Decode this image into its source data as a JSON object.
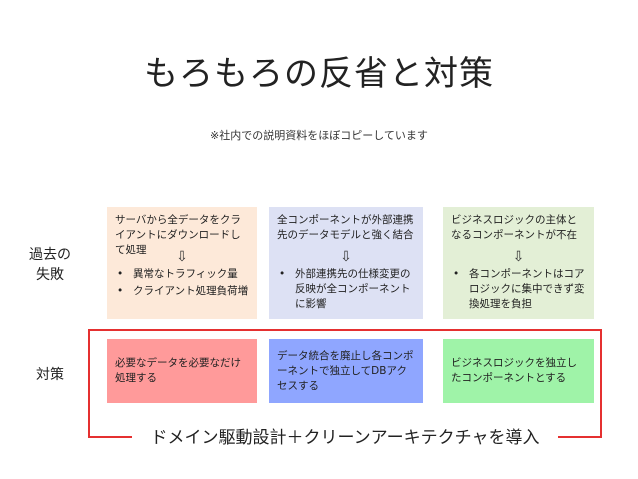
{
  "title": "もろもろの反省と対策",
  "note": "※社内での説明資料をほぼコピーしています",
  "row_labels": {
    "past": "過去の\n失敗",
    "measure": "対策"
  },
  "past_failures": [
    {
      "head": "サーバから全データをクライアントにダウンロードして処理",
      "items": [
        "異常なトラフィック量",
        "クライアント処理負荷増"
      ]
    },
    {
      "head": "全コンポーネントが外部連携先のデータモデルと強く結合",
      "items": [
        "外部連携先の仕様変更の反映が全コンポーネントに影響"
      ]
    },
    {
      "head": "ビジネスロジックの主体となるコンポーネントが不在",
      "items": [
        "各コンポーネントはコアロジックに集中できず変換処理を負担"
      ]
    }
  ],
  "arrow_glyph": "⇩",
  "measures": [
    "必要なデータを必要なだけ処理する",
    "データ統合を廃止し各コンポーネントで独立してDBアクセスする",
    "ビジネスロジックを独立したコンポーネントとする"
  ],
  "conclusion": "ドメイン駆動設計＋クリーンアーキテクチャを導入",
  "colors": {
    "past": [
      "#fde9d9",
      "#dde1f4",
      "#e3efd6"
    ],
    "measure": [
      "#ff9a9a",
      "#8fa6ff",
      "#9ff3a8"
    ],
    "frame": "#e53030"
  }
}
